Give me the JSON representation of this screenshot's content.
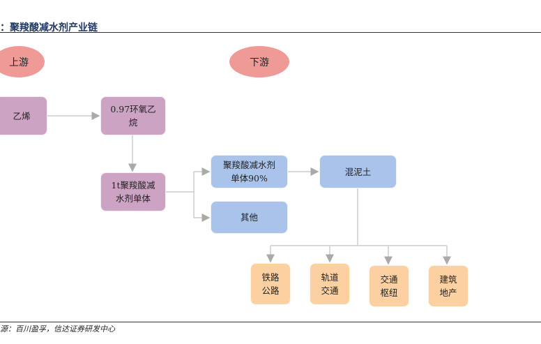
{
  "title": "：聚羧酸减水剂产业链",
  "labels": {
    "upstream": "上游",
    "downstream": "下游"
  },
  "nodes": {
    "ethylene": "乙烯",
    "eo": "0.97环氧乙烷",
    "monomer": "1t聚羧酸减水剂单体",
    "monomer90": "聚羧酸减水剂单体90%",
    "other": "其他",
    "concrete": "混泥土",
    "rail": "铁路公路",
    "transit": "轨道交通",
    "hub": "交通枢纽",
    "realestate": "建筑地产"
  },
  "source": "源：百川盈孚，信达证券研发中心",
  "colors": {
    "upstream": "#cda3c4",
    "mid": "#a9c3ea",
    "downstream": "#fdd0a2",
    "ellipse": "#f09a98"
  }
}
